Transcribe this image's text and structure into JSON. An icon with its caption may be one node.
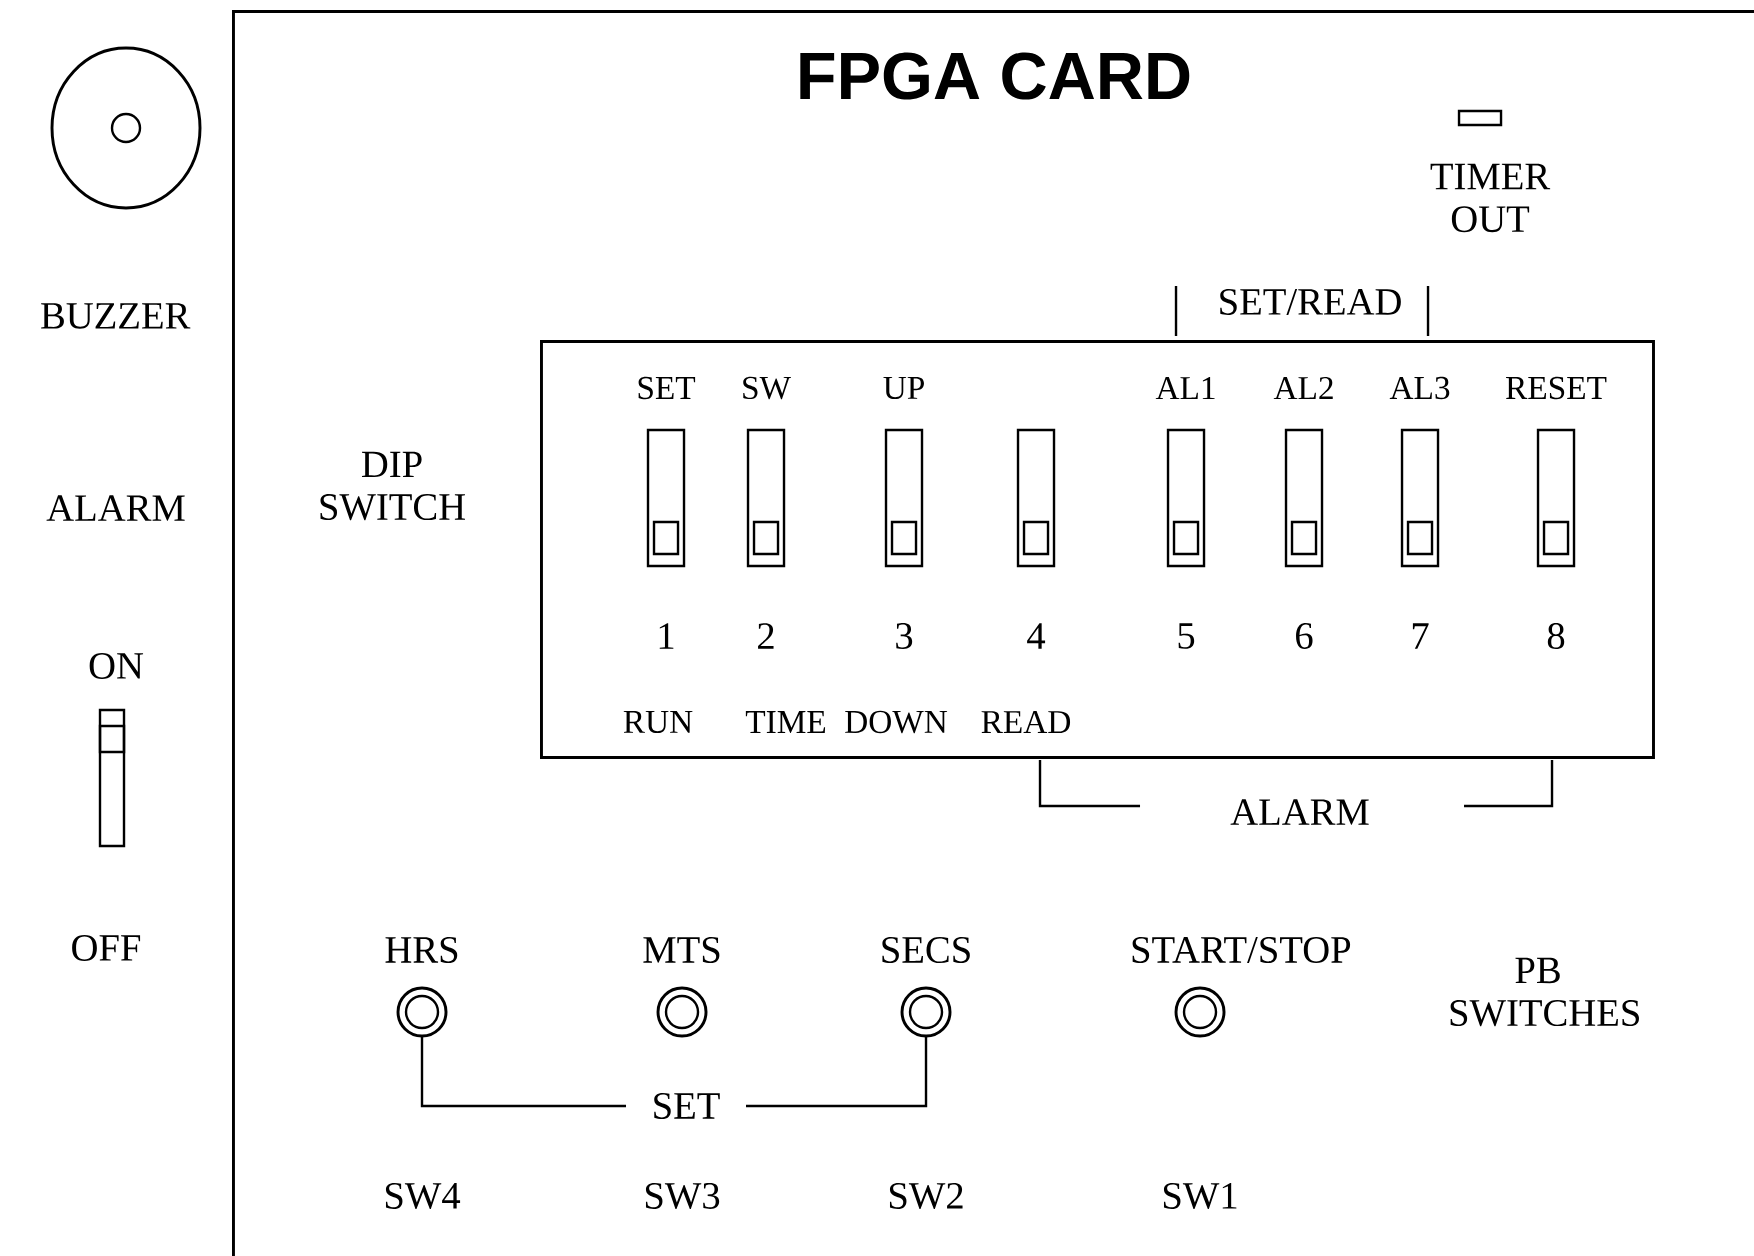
{
  "diagram": {
    "nodes": [
      {
        "text": [
          "FPGA CARD"
        ]
      },
      {
        "text": [],
        "shape": "circle",
        "beside": [
          "BUZZER"
        ]
      },
      {
        "text": [],
        "shape": "box",
        "beside": [
          "ALARM",
          "ON",
          "OFF"
        ]
      },
      {
        "text": [
          "DIP SWITCH"
        ],
        "in": 0
      },
      {
        "text": [],
        "shape": "box",
        "beside": [
          "SET",
          "1",
          "RUN"
        ],
        "in": 3
      },
      {
        "text": [],
        "shape": "box",
        "beside": [
          "SW",
          "2",
          "TIME"
        ],
        "in": 3
      },
      {
        "text": [],
        "shape": "box",
        "beside": [
          "UP",
          "3",
          "DOWN"
        ],
        "in": 3
      },
      {
        "text": [],
        "shape": "box",
        "beside": [
          "4",
          "READ"
        ],
        "in": 3
      },
      {
        "text": [],
        "shape": "box",
        "beside": [
          "AL1",
          "5"
        ],
        "in": 3
      },
      {
        "text": [],
        "shape": "box",
        "beside": [
          "AL2",
          "6"
        ],
        "in": 3
      },
      {
        "text": [],
        "shape": "box",
        "beside": [
          "AL3",
          "7"
        ],
        "in": 3
      },
      {
        "text": [],
        "shape": "box",
        "beside": [
          "RESET",
          "8"
        ],
        "in": 3
      },
      {
        "text": [],
        "shape": "box",
        "beside": [
          "TIMER OUT"
        ],
        "in": 0
      },
      {
        "text": [],
        "shape": "circle",
        "beside": [
          "HRS",
          "SW4"
        ],
        "in": 0
      },
      {
        "text": [],
        "shape": "circle",
        "beside": [
          "MTS",
          "SW3"
        ],
        "in": 0
      },
      {
        "text": [],
        "shape": "circle",
        "beside": [
          "SECS",
          "SW2"
        ],
        "in": 0
      },
      {
        "text": [],
        "shape": "circle",
        "beside": [
          "START/STOP",
          "SW1"
        ],
        "in": 0
      }
    ],
    "labels": [
      "SET/READ",
      "ALARM",
      "SET",
      "PB SWITCHES"
    ]
  }
}
